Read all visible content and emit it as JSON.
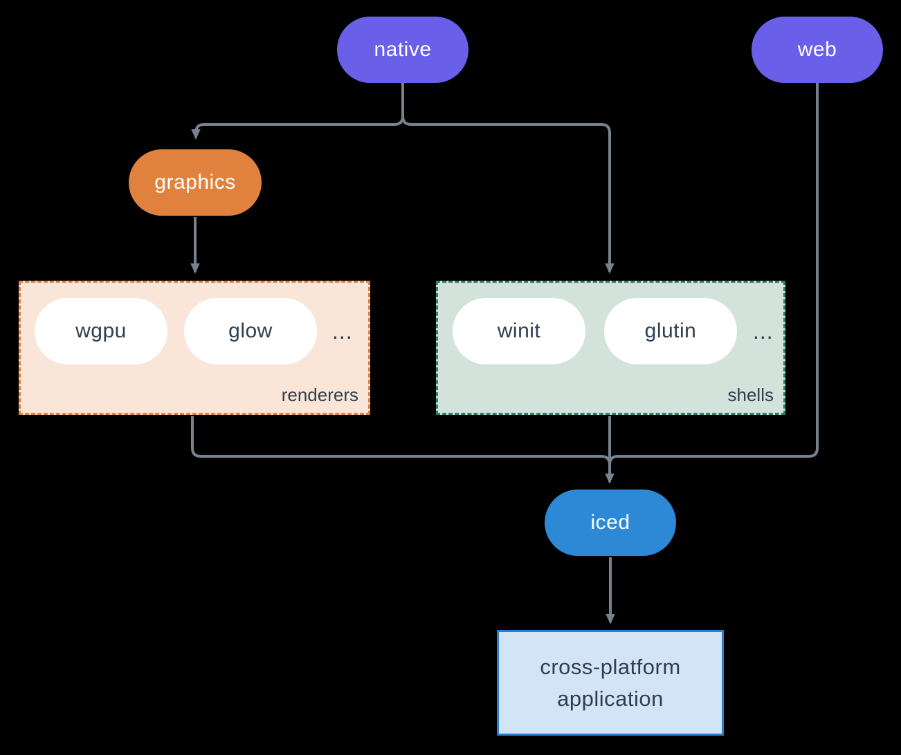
{
  "palette": {
    "background": "#000000",
    "connector_line": "#78828F",
    "native_web_fill": "#6A5FE8",
    "graphics_fill": "#E0823E",
    "iced_fill": "#2D88D5",
    "inner_pill_fill": "#FFFFFF",
    "renderers_box_fill": "#FAE6D9",
    "renderers_box_border": "#E0823E",
    "shells_box_fill": "#D4E2DC",
    "shells_box_border": "#2E7D70",
    "app_box_fill": "#D4E4F7",
    "app_box_border": "#2B7FD0",
    "dark_text": "#2F3E4E",
    "light_text": "#FFFFFF"
  },
  "nodes": {
    "native": {
      "label": "native"
    },
    "web": {
      "label": "web"
    },
    "graphics": {
      "label": "graphics"
    },
    "iced": {
      "label": "iced"
    },
    "app": {
      "line1": "cross-platform",
      "line2": "application"
    }
  },
  "groups": {
    "renderers": {
      "label": "renderers",
      "ellipsis": "...",
      "items": [
        {
          "label": "wgpu"
        },
        {
          "label": "glow"
        }
      ]
    },
    "shells": {
      "label": "shells",
      "ellipsis": "...",
      "items": [
        {
          "label": "winit"
        },
        {
          "label": "glutin"
        }
      ]
    }
  }
}
